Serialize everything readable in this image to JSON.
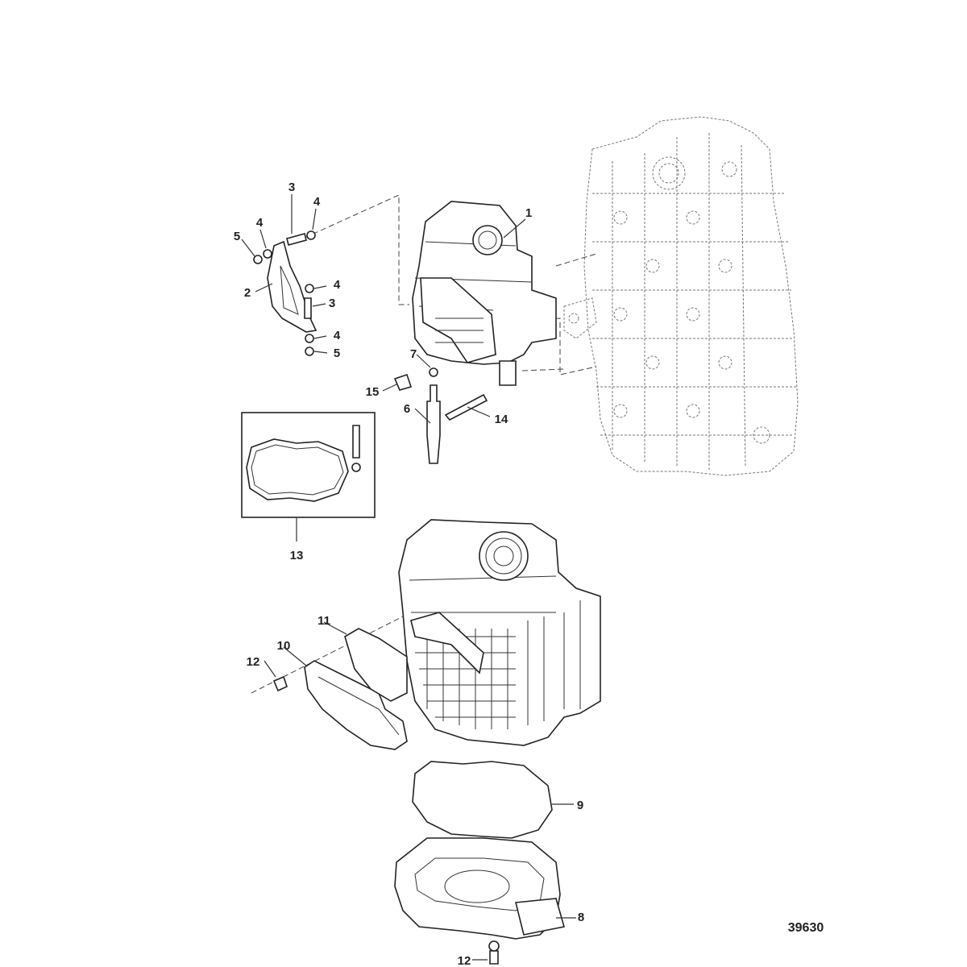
{
  "figure_number": "39630",
  "callouts": {
    "c1": "1",
    "c2": "2",
    "c3a": "3",
    "c3b": "3",
    "c4a": "4",
    "c4b": "4",
    "c4c": "4",
    "c4d": "4",
    "c5a": "5",
    "c5b": "5",
    "c6": "6",
    "c7": "7",
    "c8": "8",
    "c9": "9",
    "c10": "10",
    "c11": "11",
    "c12a": "12",
    "c12b": "12",
    "c13": "13",
    "c14": "14",
    "c15": "15"
  }
}
